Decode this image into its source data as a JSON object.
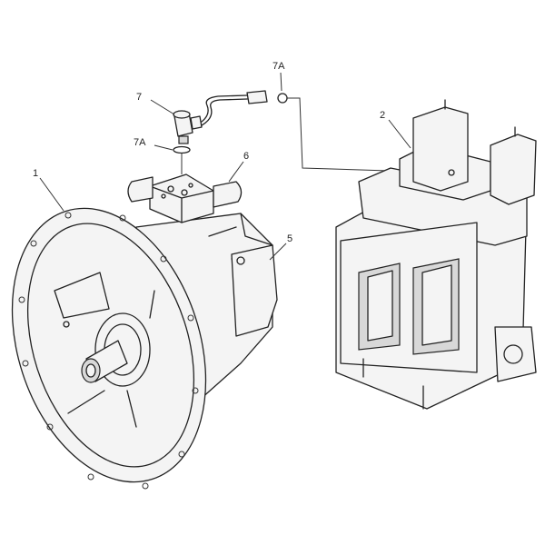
{
  "diagram": {
    "callouts": [
      {
        "id": "c1",
        "text": "1"
      },
      {
        "id": "c2",
        "text": "2"
      },
      {
        "id": "c5",
        "text": "5"
      },
      {
        "id": "c6",
        "text": "6"
      },
      {
        "id": "c7",
        "text": "7"
      },
      {
        "id": "c7a-top",
        "text": "7A"
      },
      {
        "id": "c7a-mid",
        "text": "7A"
      }
    ],
    "colors": {
      "line": "#222222",
      "background": "#ffffff"
    }
  }
}
